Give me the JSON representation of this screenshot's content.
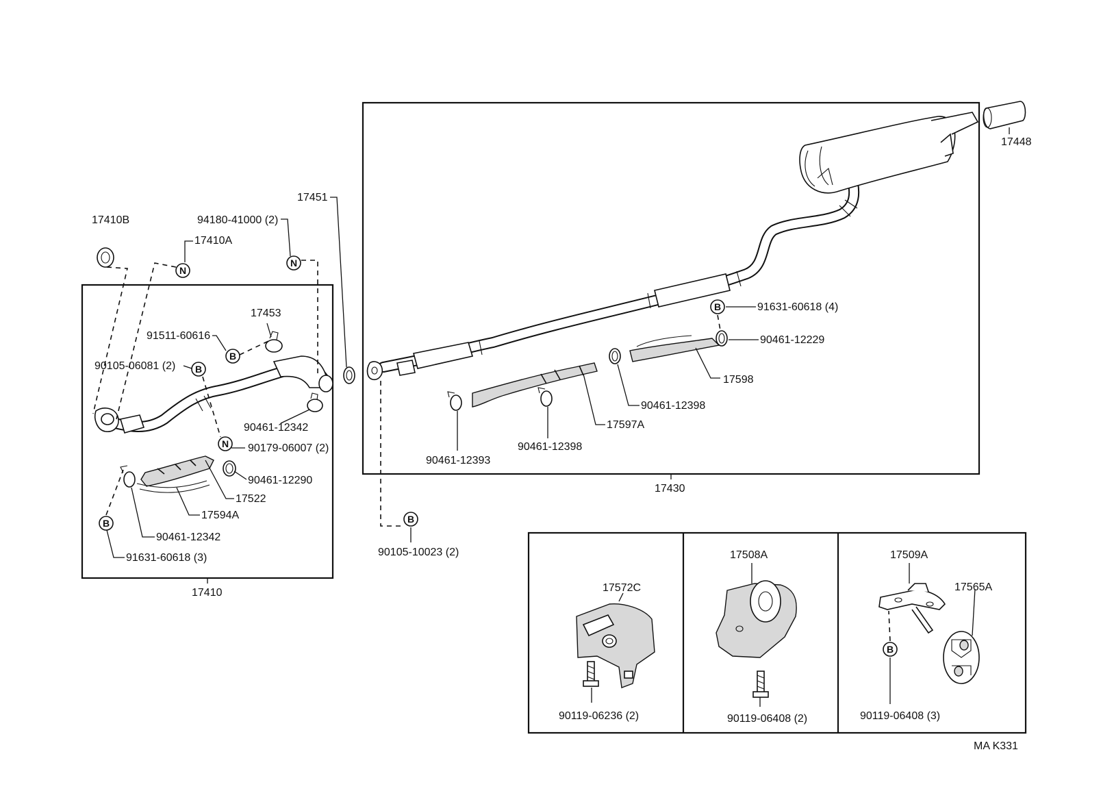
{
  "labels": {
    "p17410B": "17410B",
    "p17410A": "17410A",
    "p94180": "94180-41000 (2)",
    "p17451": "17451",
    "p17453": "17453",
    "p91511": "91511-60616",
    "p90105_06081": "90105-06081 (2)",
    "p90461_12342_a": "90461-12342",
    "p90179": "90179-06007 (2)",
    "p90461_12290": "90461-12290",
    "p17522": "17522",
    "p17594A": "17594A",
    "p90461_12342_b": "90461-12342",
    "p91631_3": "91631-60618 (3)",
    "p17410": "17410",
    "p90105_10023": "90105-10023 (2)",
    "p17448": "17448",
    "p91631_4": "91631-60618 (4)",
    "p90461_12229": "90461-12229",
    "p17598": "17598",
    "p90461_12398_a": "90461-12398",
    "p17597A": "17597A",
    "p90461_12398_b": "90461-12398",
    "p90461_12393": "90461-12393",
    "p17430": "17430",
    "p17572C": "17572C",
    "p90119_06236": "90119-06236 (2)",
    "p17508A": "17508A",
    "p90119_06408_2": "90119-06408 (2)",
    "p17509A": "17509A",
    "p17565A": "17565A",
    "p90119_06408_3": "90119-06408 (3)",
    "diagram_code": "MA K331"
  },
  "symbols": {
    "B": "B",
    "N": "N"
  }
}
